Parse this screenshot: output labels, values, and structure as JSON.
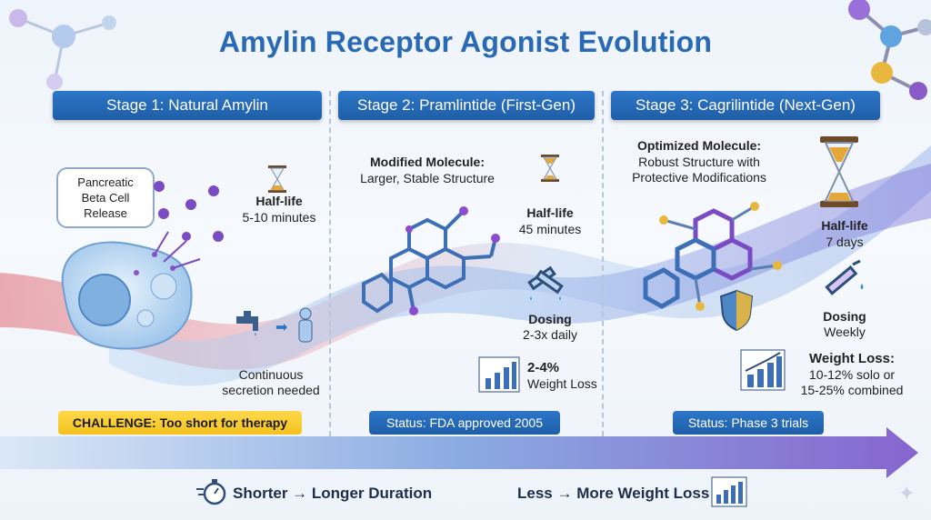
{
  "title": "Amylin Receptor Agonist Evolution",
  "stages": [
    {
      "header": "Stage 1: Natural Amylin",
      "callout": [
        "Pancreatic",
        "Beta Cell",
        "Release"
      ],
      "halflife_label": "Half-life",
      "halflife_value": "5-10 minutes",
      "note": [
        "Continuous",
        "secretion needed"
      ],
      "challenge": "CHALLENGE: Too short for therapy"
    },
    {
      "header": "Stage 2: Pramlintide (First-Gen)",
      "molecule_title": "Modified Molecule:",
      "molecule_desc": "Larger, Stable Structure",
      "halflife_label": "Half-life",
      "halflife_value": "45 minutes",
      "dosing_label": "Dosing",
      "dosing_value": "2-3x daily",
      "weight_value": "2-4%",
      "weight_label": "Weight Loss",
      "status": "Status: FDA approved 2005"
    },
    {
      "header": "Stage 3: Cagrilintide (Next-Gen)",
      "molecule_title": "Optimized Molecule:",
      "molecule_desc": [
        "Robust Structure with",
        "Protective Modifications"
      ],
      "halflife_label": "Half-life",
      "halflife_value": "7 days",
      "dosing_label": "Dosing",
      "dosing_value": "Weekly",
      "weight_title": "Weight Loss:",
      "weight_values": [
        "10-12% solo or",
        "15-25% combined"
      ],
      "status": "Status: Phase 3 trials"
    }
  ],
  "bottom": {
    "left_label": "Shorter → Longer Duration",
    "right_label": "Less → More Weight Loss"
  },
  "icons": [
    "hourglass-icon",
    "syringe-icon",
    "faucet-icon",
    "person-icon",
    "bar-chart-icon",
    "stopwatch-icon",
    "shield-icon",
    "sparkle-icon"
  ],
  "colors": {
    "title": "#2a69b3",
    "header": "#1f5ea8",
    "challenge": "#f3c21e",
    "arrow": "#7b55c9"
  }
}
